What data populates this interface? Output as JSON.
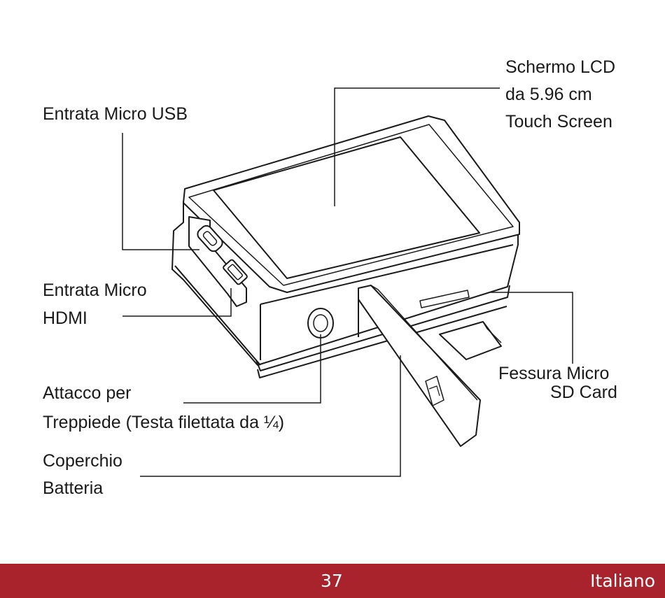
{
  "labels": {
    "lcd_line1": "Schermo LCD",
    "lcd_line2": "da 5.96 cm",
    "lcd_line3": "Touch Screen",
    "usb": "Entrata Micro USB",
    "hdmi_line1": "Entrata Micro",
    "hdmi_line2": "HDMI",
    "sd_line1": "Fessura Micro",
    "sd_line2": "SD Card",
    "tripod_line1": "Attacco per",
    "tripod_line2": "Treppiede (Testa filettata da ¼)",
    "cover_line1": "Coperchio",
    "cover_line2": "Batteria"
  },
  "footer": {
    "page_number": "37",
    "language": "Italiano",
    "bar_color": "#a8232b"
  }
}
